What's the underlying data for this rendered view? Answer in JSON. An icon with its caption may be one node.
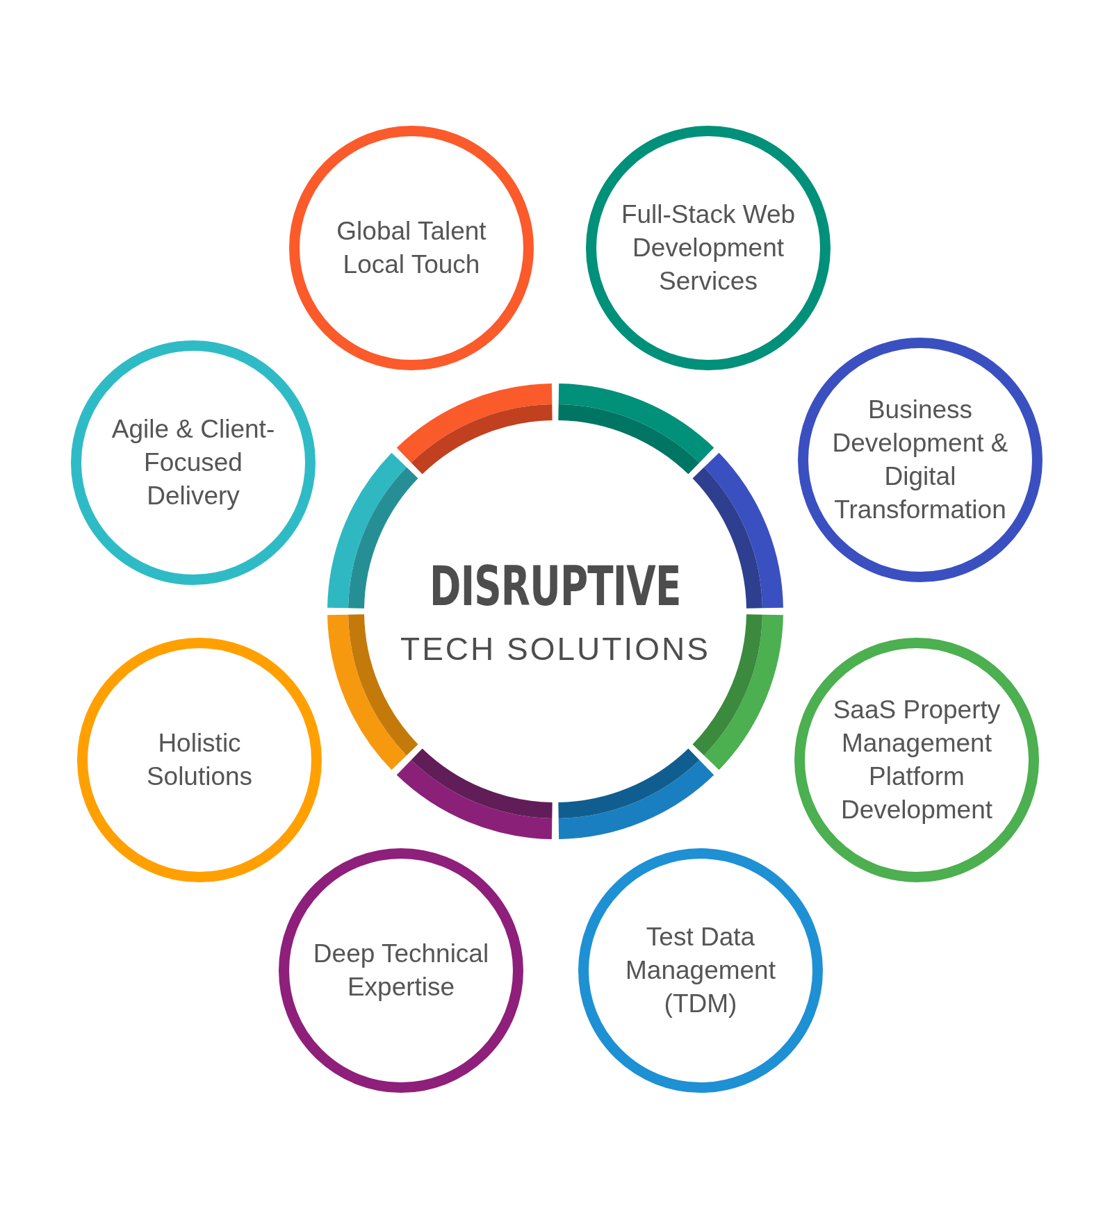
{
  "diagram": {
    "nodes": [
      {
        "text": [
          "DISRUPTIVE",
          "TECH SOLUTIONS"
        ]
      },
      {
        "text": [
          "Global Talent Local Touch"
        ]
      },
      {
        "text": [
          "Full-Stack Web Development Services"
        ]
      },
      {
        "text": [
          "Agile & Client-Focused Delivery"
        ]
      },
      {
        "text": [
          "Business Development & Digital Transformation"
        ]
      },
      {
        "text": [
          "Holistic Solutions"
        ]
      },
      {
        "text": [
          "SaaS Property Management Platform Development"
        ]
      },
      {
        "text": [
          "Deep Technical Expertise"
        ]
      },
      {
        "text": [
          "Test Data Management (TDM)"
        ]
      }
    ]
  }
}
